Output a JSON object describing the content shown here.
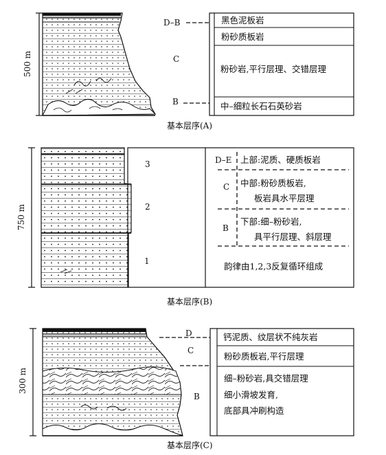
{
  "sections": [
    {
      "id": "A",
      "thickness": "500 m",
      "caption": "基本层序(A)",
      "unit_labels": [
        "D–B",
        "C",
        "B"
      ],
      "descriptions": [
        "黑色泥板岩",
        "粉砂质板岩",
        "粉砂岩,平行层理、交错层理",
        "中–细粒长石石英砂岩"
      ]
    },
    {
      "id": "B",
      "thickness": "750 m",
      "caption": "基本层序(B)",
      "cycle_labels": [
        "3",
        "2",
        "1"
      ],
      "unit_labels": [
        "D–E",
        "C",
        "B"
      ],
      "descriptions": [
        "上部:泥质、硬质板岩",
        "中部:粉砂质板岩,",
        "板岩具水平层理",
        "下部:细–粉砂岩,",
        "具平行层理、斜层理",
        "韵律由1,2,3反复循环组成"
      ]
    },
    {
      "id": "C",
      "thickness": "300 m",
      "caption": "基本层序(C)",
      "unit_labels": [
        "D",
        "C",
        "B"
      ],
      "descriptions": [
        "钙泥质、纹层状不纯灰岩",
        "粉砂质板岩,平行层理",
        "细–粉砂岩,具交错层理",
        "细小滑坡发育,",
        "底部具冲刷构造"
      ]
    }
  ],
  "colors": {
    "ink": "#111111",
    "background": "#ffffff"
  }
}
